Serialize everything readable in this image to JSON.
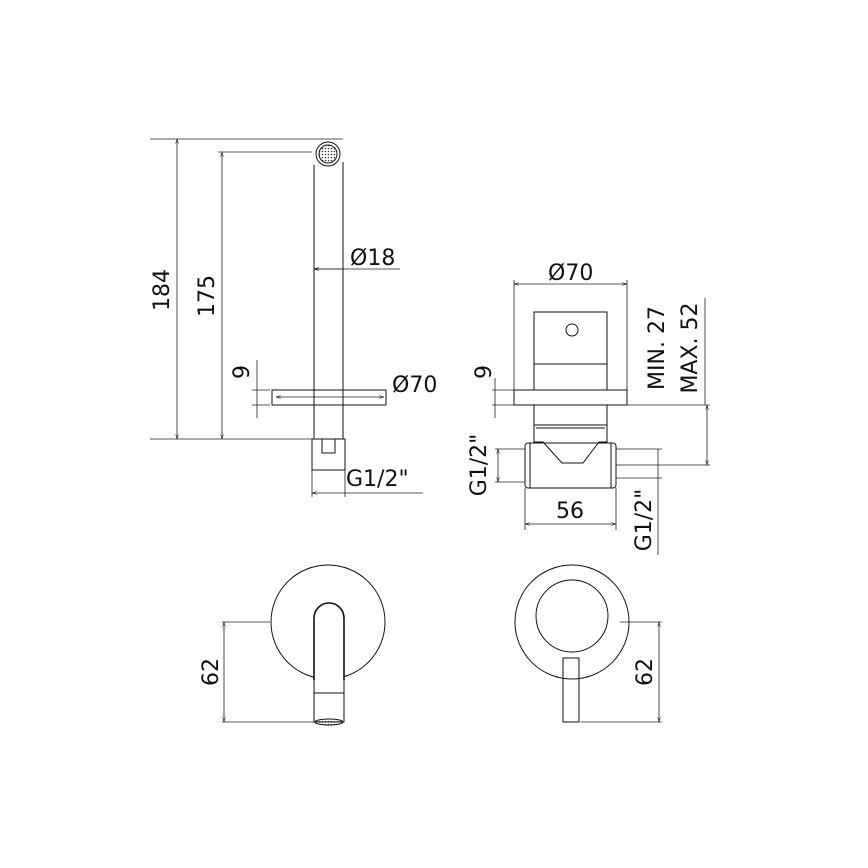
{
  "spout_side": {
    "total_height": "184",
    "outlet_height": "175",
    "tube_diameter": "Ø18",
    "plate_thickness": "9",
    "plate_diameter": "Ø70",
    "connection": "G1/2\""
  },
  "valve_side": {
    "plate_diameter": "Ø70",
    "plate_thickness": "9",
    "depth_min": "MIN. 27",
    "depth_max": "MAX. 52",
    "inlet_left": "G1/2\"",
    "inlet_right": "G1/2\"",
    "body_width": "56"
  },
  "spout_front": {
    "height": "62"
  },
  "valve_front": {
    "height": "62"
  }
}
